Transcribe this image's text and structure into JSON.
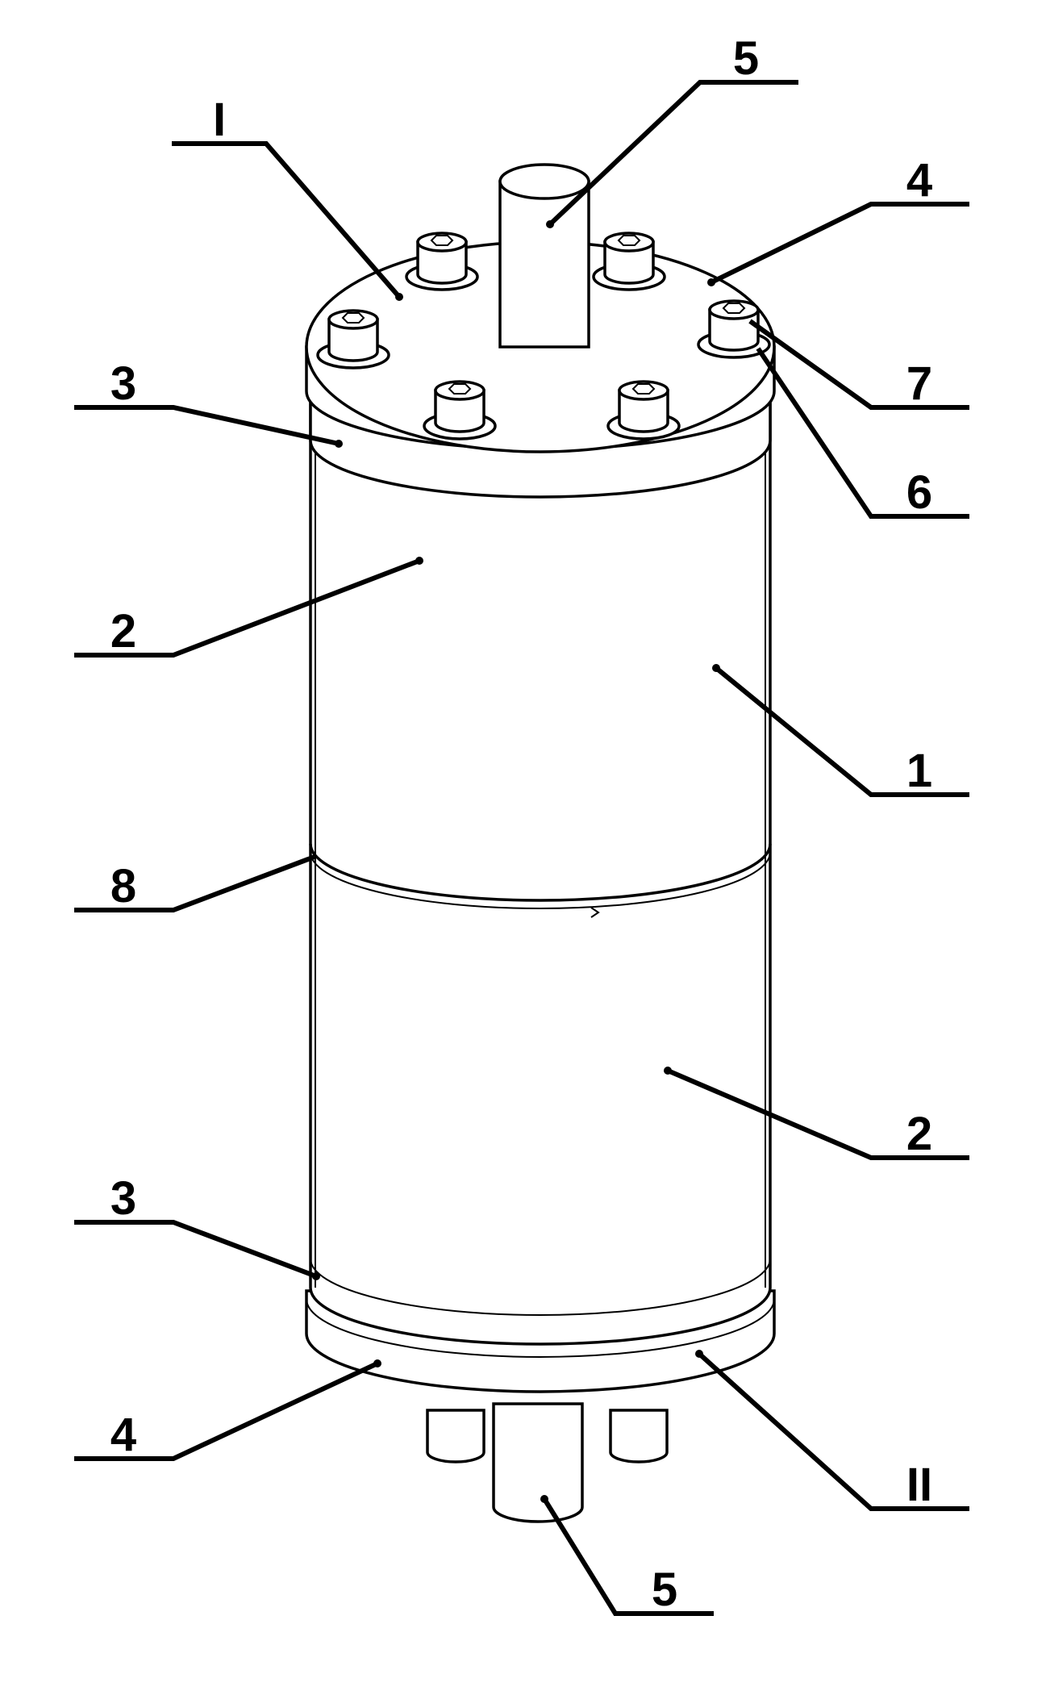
{
  "callouts": {
    "top_pipe": "5",
    "detail_top": "I",
    "top_flange": "4",
    "top_ring": "3",
    "bolt": "7",
    "washer": "6",
    "upper_shell": "2",
    "body": "1",
    "middle_seam": "8",
    "lower_shell": "2",
    "bottom_ring": "3",
    "bottom_flange": "4",
    "detail_bottom": "II",
    "bottom_pipe": "5"
  }
}
